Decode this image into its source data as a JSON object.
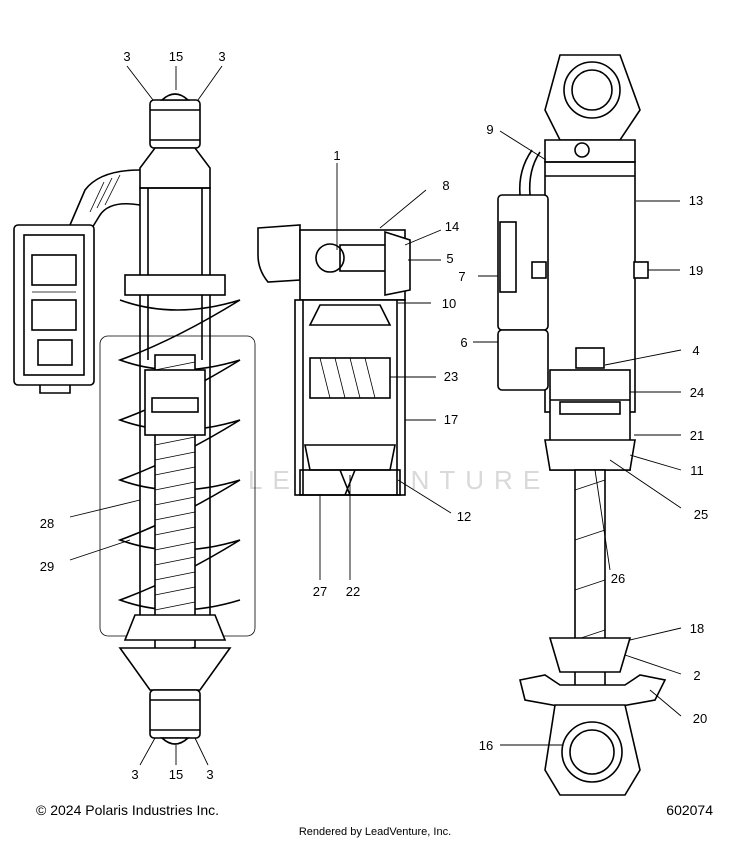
{
  "diagram": {
    "callouts": {
      "c1": "1",
      "c2": "2",
      "c3": "3",
      "c4": "4",
      "c5": "5",
      "c6": "6",
      "c7": "7",
      "c8": "8",
      "c9": "9",
      "c10": "10",
      "c11": "11",
      "c12": "12",
      "c13": "13",
      "c14": "14",
      "c15": "15",
      "c16": "16",
      "c17": "17",
      "c18": "18",
      "c19": "19",
      "c20": "20",
      "c21": "21",
      "c22": "22",
      "c23": "23",
      "c24": "24",
      "c25": "25",
      "c26": "26",
      "c27": "27",
      "c28": "28",
      "c29": "29"
    },
    "watermark_text": "LEADVENTURE",
    "footer": {
      "copyright": "© 2024 Polaris Industries Inc.",
      "diagram_id": "602074",
      "rendered_by": "Rendered by LeadVenture, Inc."
    }
  }
}
